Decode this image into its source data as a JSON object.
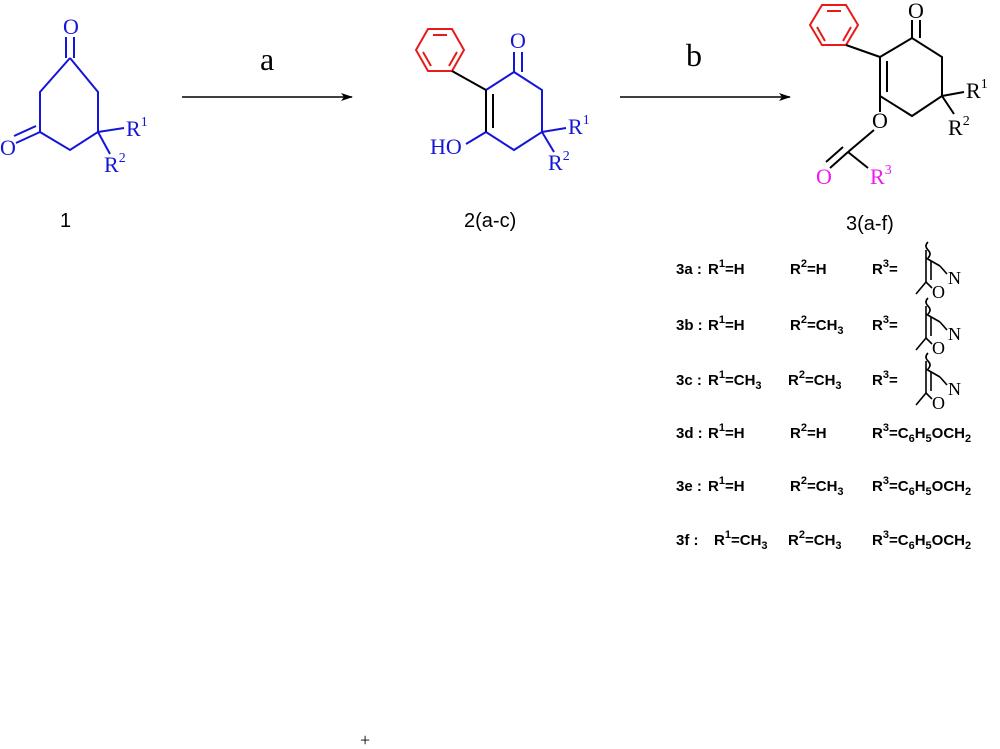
{
  "colors": {
    "blue": "#1515d8",
    "red": "#e81b1b",
    "magenta": "#ee1bee",
    "black": "#000000"
  },
  "arrows": {
    "a": "a",
    "b": "b"
  },
  "compounds": {
    "c1": {
      "label": "1",
      "O_top": "O",
      "O_left": "O",
      "R1": "R",
      "R1_sup": "1",
      "R2": "R",
      "R2_sup": "2"
    },
    "c2": {
      "label": "2(a-c)",
      "O_top": "O",
      "HO": "HO",
      "R1": "R",
      "R1_sup": "1",
      "R2": "R",
      "R2_sup": "2"
    },
    "c3": {
      "label": "3(a-f)",
      "O_top": "O",
      "O_ester": "O",
      "O_carbonyl": "O",
      "R1": "R",
      "R1_sup": "1",
      "R2": "R",
      "R2_sup": "2",
      "R3": "R",
      "R3_sup": "3"
    }
  },
  "table": {
    "rows": [
      {
        "id": "3a",
        "r1": "H",
        "r2": "H",
        "r3": "isoxazolyl"
      },
      {
        "id": "3b",
        "r1": "H",
        "r2": "CH3",
        "r3": "isoxazolyl"
      },
      {
        "id": "3c",
        "r1": "CH3",
        "r2": "CH3",
        "r3": "isoxazolyl"
      },
      {
        "id": "3d",
        "r1": "H",
        "r2": "H",
        "r3": "C6H5OCH2"
      },
      {
        "id": "3e",
        "r1": "H",
        "r2": "CH3",
        "r3": "C6H5OCH2"
      },
      {
        "id": "3f",
        "r1": "CH3",
        "r2": "CH3",
        "r3": "C6H5OCH2"
      }
    ],
    "ring_N": "N",
    "ring_O": "O"
  },
  "stray_mark": "+"
}
